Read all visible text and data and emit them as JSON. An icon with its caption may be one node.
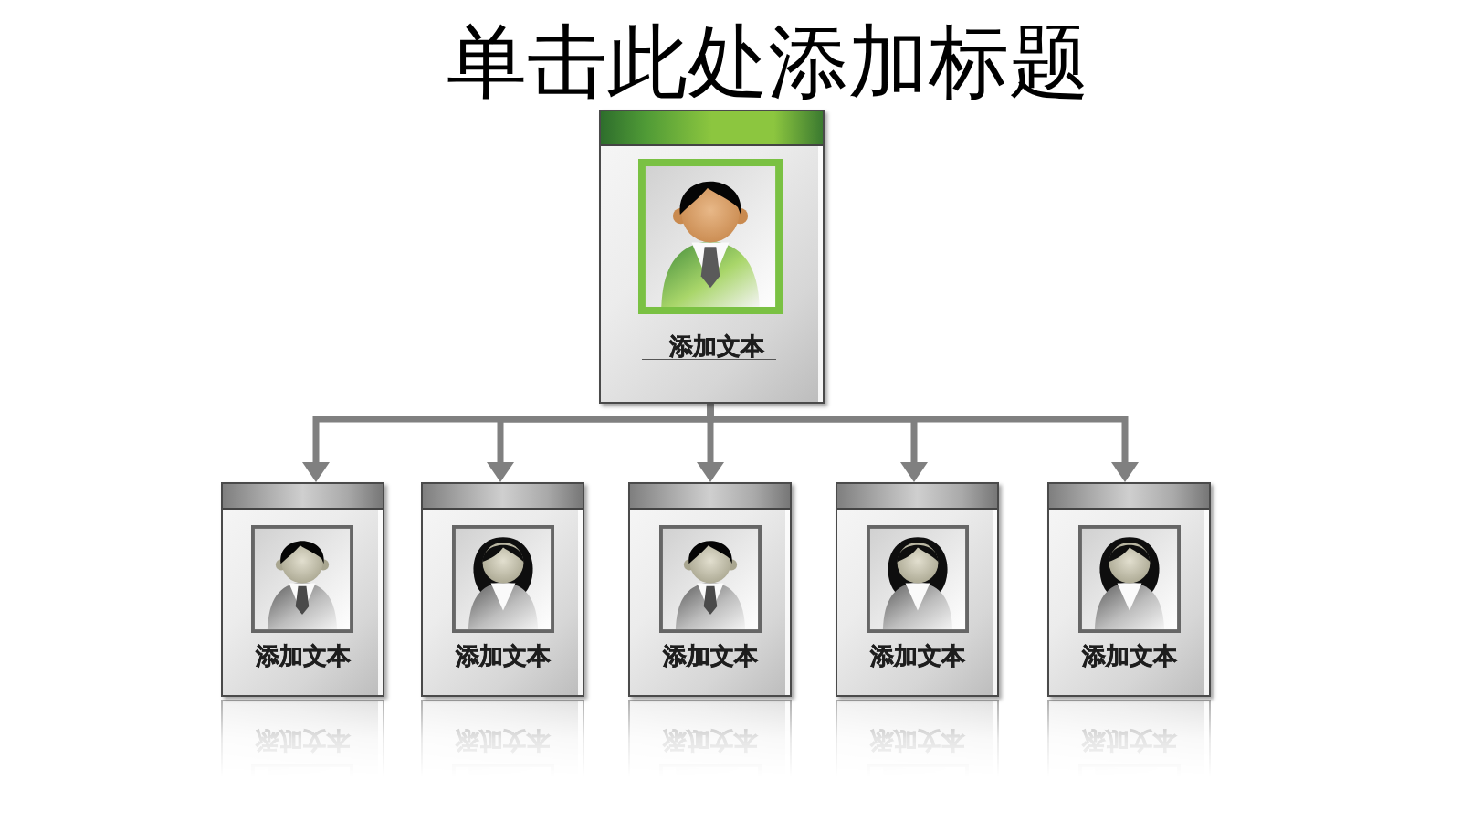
{
  "diagram": {
    "title": "单击此处添加标题",
    "nodes": [
      {
        "text": [
          "添加文本"
        ]
      },
      {
        "text": [
          "添加文本"
        ]
      },
      {
        "text": [
          "添加文本"
        ]
      },
      {
        "text": [
          "添加文本"
        ]
      },
      {
        "text": [
          "添加文本"
        ]
      },
      {
        "text": [
          "添加文本"
        ]
      }
    ],
    "edges": [
      {
        "from": 0,
        "to": 1,
        "arrow": "to"
      },
      {
        "from": 0,
        "to": 2,
        "arrow": "to"
      },
      {
        "from": 0,
        "to": 3,
        "arrow": "to"
      },
      {
        "from": 0,
        "to": 4,
        "arrow": "to"
      },
      {
        "from": 0,
        "to": 5,
        "arrow": "to"
      }
    ]
  }
}
